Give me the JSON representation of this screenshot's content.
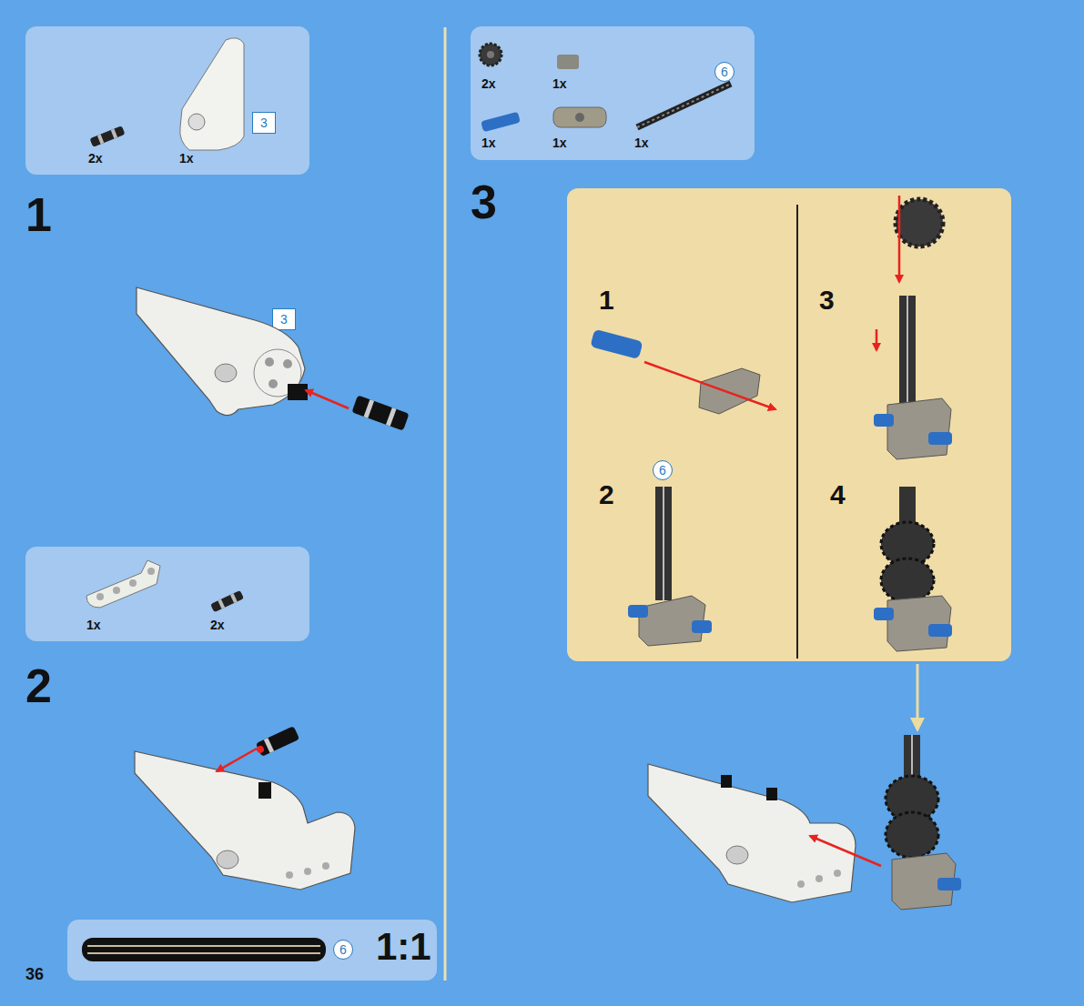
{
  "diagram": {
    "nodes": [
      {
        "text": [
          "2x",
          "1x"
        ]
      },
      {
        "text": [
          "3"
        ],
        "in": 0
      },
      {
        "text": [
          "3"
        ]
      },
      {
        "text": [
          "1x",
          "2x"
        ]
      },
      {
        "text": [
          "1:1"
        ]
      },
      {
        "text": [
          "6"
        ],
        "in": 4
      },
      {
        "text": [
          "2x",
          "1x",
          "1x",
          "1x",
          "1x"
        ]
      },
      {
        "text": [
          "6"
        ],
        "in": 6
      },
      {
        "text": [
          "1",
          "3",
          "2",
          "4"
        ]
      },
      {
        "text": [
          "6"
        ],
        "in": 8
      }
    ],
    "labels": [
      "1",
      "2",
      "36",
      "3"
    ]
  }
}
